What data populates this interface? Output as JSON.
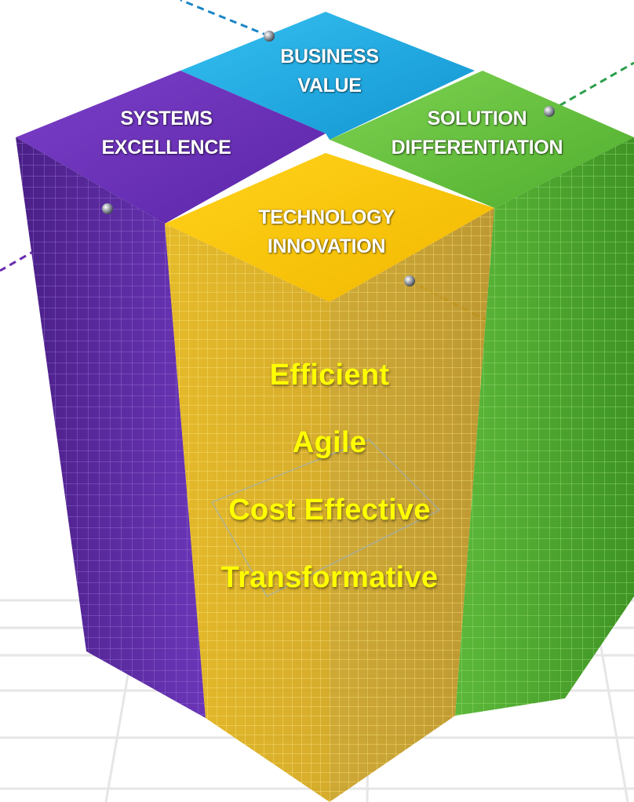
{
  "pillars": [
    {
      "id": "business-value",
      "lines": [
        "BUSINESS",
        "VALUE"
      ],
      "color": "#1aa7e0"
    },
    {
      "id": "systems-excellence",
      "lines": [
        "SYSTEMS",
        "EXCELLENCE"
      ],
      "color": "#6a2cb0"
    },
    {
      "id": "solution-differentiation",
      "lines": [
        "SOLUTION",
        "DIFFERENTIATION"
      ],
      "color": "#5cbc3a"
    },
    {
      "id": "technology-innovation",
      "lines": [
        "TECHNOLOGY",
        "INNOVATION"
      ],
      "color": "#f3c200"
    }
  ],
  "attributes": [
    "Efficient",
    "Agile",
    "Cost Effective",
    "Transformative"
  ],
  "colors": {
    "attribute_text": "#ffff00",
    "label_text": "#ffffff",
    "floor_lines": "#e6e6e6"
  }
}
